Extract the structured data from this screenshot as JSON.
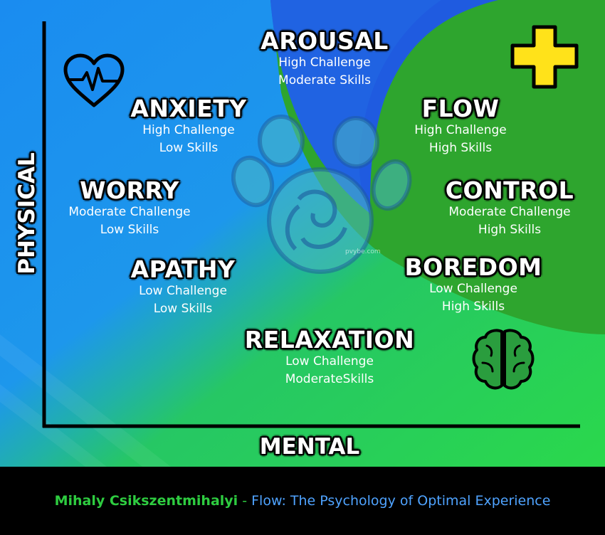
{
  "axes": {
    "y_label": "PHYSICAL",
    "x_label": "MENTAL"
  },
  "states": {
    "arousal": {
      "name": "AROUSAL",
      "challenge": "High Challenge",
      "skills": "Moderate Skills"
    },
    "anxiety": {
      "name": "ANXIETY",
      "challenge": "High Challenge",
      "skills": "Low Skills"
    },
    "flow": {
      "name": "FLOW",
      "challenge": "High Challenge",
      "skills": "High Skills"
    },
    "worry": {
      "name": "WORRY",
      "challenge": "Moderate Challenge",
      "skills": "Low Skills"
    },
    "control": {
      "name": "CONTROL",
      "challenge": "Moderate Challenge",
      "skills": "High Skills"
    },
    "apathy": {
      "name": "APATHY",
      "challenge": "Low Challenge",
      "skills": "Low Skills"
    },
    "boredom": {
      "name": "BOREDOM",
      "challenge": "Low Challenge",
      "skills": "High Skills"
    },
    "relaxation": {
      "name": "RELAXATION",
      "challenge": "Low Challenge",
      "skills": "ModerateSkills"
    }
  },
  "watermark": "pvybe.com",
  "footer": {
    "author": "Mihaly Csikszentmihalyi",
    "separator": " - ",
    "title": "Flow: The Psychology of Optimal Experience"
  },
  "colors": {
    "blue": "#1a8cf0",
    "deep_blue": "#1f5be0",
    "green": "#27c94a",
    "yellow": "#ffe21a",
    "footer_green": "#2ecc40"
  },
  "icons": {
    "heart": "heartbeat-icon",
    "plus": "plus-icon",
    "brain": "brain-icon",
    "paw": "paw-logo"
  }
}
